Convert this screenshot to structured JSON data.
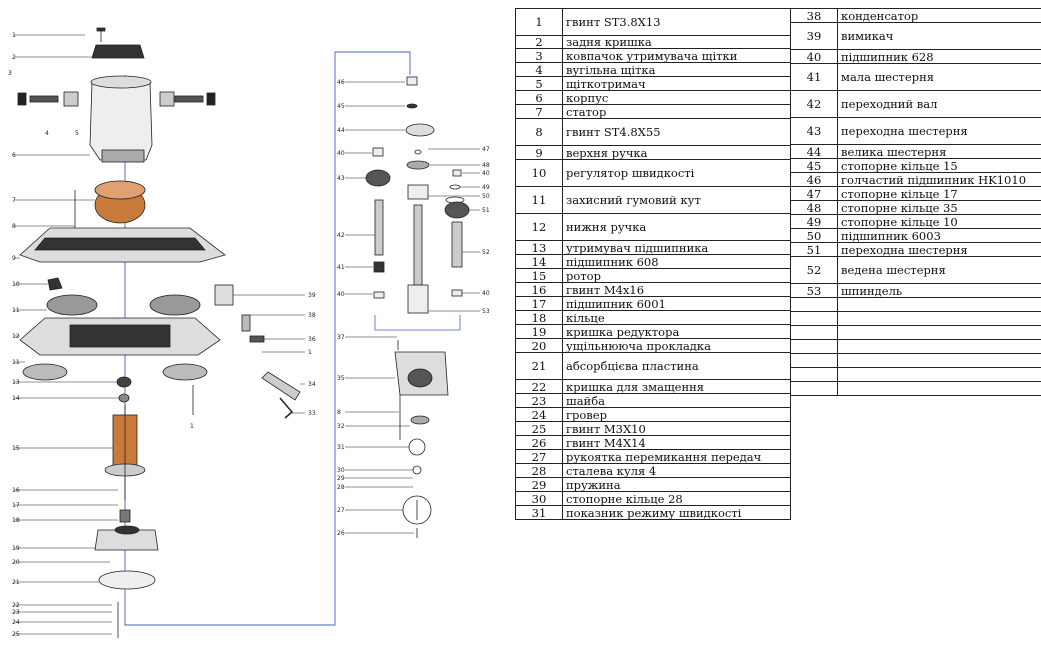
{
  "left_parts": [
    {
      "num": "1",
      "name": "гвинт ST3.8X13"
    },
    {
      "num": "2",
      "name": "задня кришка"
    },
    {
      "num": "3",
      "name": "ковпачок утримувача щітки"
    },
    {
      "num": "4",
      "name": "вугільна щітка"
    },
    {
      "num": "5",
      "name": "щіткотримач"
    },
    {
      "num": "6",
      "name": "корпус"
    },
    {
      "num": "7",
      "name": "статор"
    },
    {
      "num": "8",
      "name": "гвинт ST4.8X55"
    },
    {
      "num": "9",
      "name": "верхня ручка"
    },
    {
      "num": "10",
      "name": "регулятор швидкості"
    },
    {
      "num": "11",
      "name": "захисний гумовий кут"
    },
    {
      "num": "12",
      "name": "нижня ручка"
    },
    {
      "num": "13",
      "name": "утримувач підшипника"
    },
    {
      "num": "14",
      "name": "підшипник 608"
    },
    {
      "num": "15",
      "name": "ротор"
    },
    {
      "num": "16",
      "name": "гвинт M4x16"
    },
    {
      "num": "17",
      "name": "підшипник 6001"
    },
    {
      "num": "18",
      "name": "кільце"
    },
    {
      "num": "19",
      "name": "кришка редуктора"
    },
    {
      "num": "20",
      "name": "ущільнююча прокладка"
    },
    {
      "num": "21",
      "name": "абсорбцієва пластина"
    },
    {
      "num": "22",
      "name": "кришка для змащення"
    },
    {
      "num": "23",
      "name": "шайба"
    },
    {
      "num": "24",
      "name": "гровер"
    },
    {
      "num": "25",
      "name": "гвинт M3X10"
    },
    {
      "num": "26",
      "name": "гвинт M4X14"
    },
    {
      "num": "27",
      "name": "рукоятка перемикання передач"
    },
    {
      "num": "28",
      "name": "сталева куля 4"
    },
    {
      "num": "29",
      "name": "пружина"
    },
    {
      "num": "30",
      "name": "стопорне кільце 28"
    },
    {
      "num": "31",
      "name": "показник режиму швидкості"
    }
  ],
  "right_parts": [
    {
      "num": "38",
      "name": "конденсатор"
    },
    {
      "num": "39",
      "name": "вимикач"
    },
    {
      "num": "40",
      "name": "підшипник 628"
    },
    {
      "num": "41",
      "name": "мала шестерня"
    },
    {
      "num": "42",
      "name": "переходний вал"
    },
    {
      "num": "43",
      "name": "переходна шестерня"
    },
    {
      "num": "44",
      "name": "велика шестерня"
    },
    {
      "num": "45",
      "name": "стопорне кільце 15"
    },
    {
      "num": "46",
      "name": "голчастий підшипник HK1010"
    },
    {
      "num": "47",
      "name": "стопорне кільце 17"
    },
    {
      "num": "48",
      "name": "стопорне кільце 35"
    },
    {
      "num": "49",
      "name": "стопорне кільце 10"
    },
    {
      "num": "50",
      "name": "підшипник 6003"
    },
    {
      "num": "51",
      "name": "переходна шестерня"
    },
    {
      "num": "52",
      "name": "ведена шестерня"
    },
    {
      "num": "53",
      "name": "шпиндель"
    }
  ],
  "diagram_callouts": {
    "left": [
      "1",
      "2",
      "3",
      "4",
      "5",
      "6",
      "7",
      "8",
      "9",
      "10",
      "11",
      "12",
      "11",
      "13",
      "14",
      "15",
      "16",
      "17",
      "18",
      "19",
      "20",
      "21",
      "22",
      "23",
      "24",
      "25"
    ],
    "middle": [
      "39",
      "38",
      "36",
      "1",
      "34",
      "33",
      "1"
    ],
    "right_a": [
      "46",
      "45",
      "44",
      "40",
      "43",
      "42",
      "41",
      "40",
      "37",
      "35",
      "8",
      "32",
      "31",
      "30",
      "29",
      "28",
      "27",
      "26"
    ],
    "right_b": [
      "47",
      "48",
      "40",
      "49",
      "50",
      "51",
      "52",
      "40",
      "53"
    ]
  }
}
